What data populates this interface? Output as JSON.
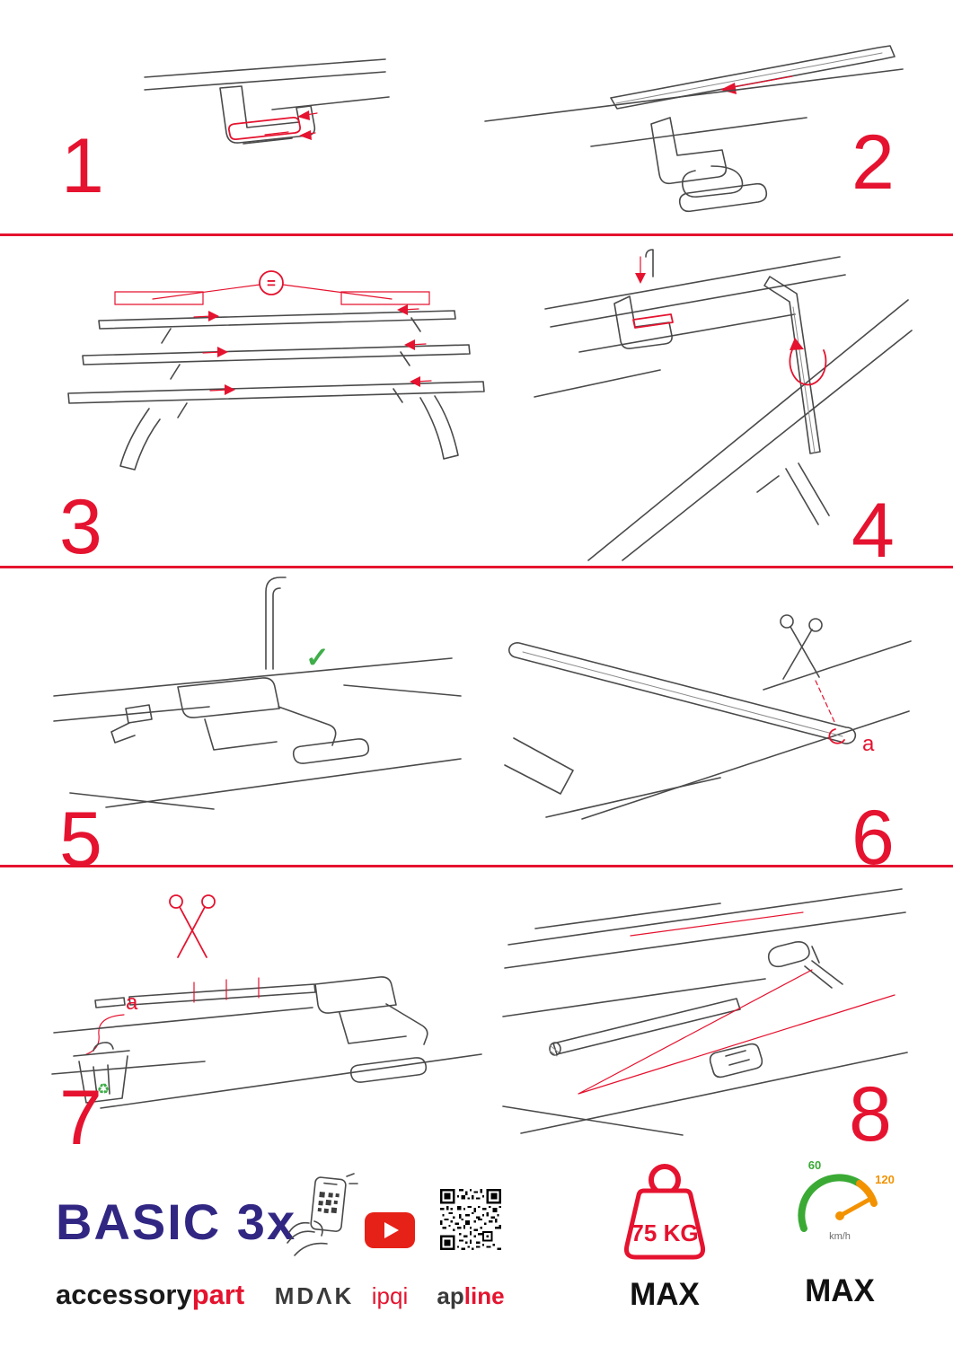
{
  "colors": {
    "accent": "#e5132f",
    "blue": "#312783",
    "green": "#3fae49",
    "orange": "#f39200"
  },
  "steps": {
    "s1": {
      "number": "1"
    },
    "s2": {
      "number": "2"
    },
    "s3": {
      "number": "3",
      "equals": "="
    },
    "s4": {
      "number": "4"
    },
    "s5": {
      "number": "5"
    },
    "s6": {
      "number": "6",
      "label_a": "a"
    },
    "s7": {
      "number": "7",
      "label_a": "a"
    },
    "s8": {
      "number": "8"
    }
  },
  "icons": {
    "check": "✓",
    "recycle": "♻"
  },
  "footer": {
    "product_name": "BASIC 3x",
    "brand_black": "accessory",
    "brand_red": "part",
    "mdak": "MDΛK",
    "ipqi": "ipqi",
    "apline_black": "ap",
    "apline_red": "line",
    "weight_value": "75 KG",
    "weight_max": "MAX",
    "speed_low": "60",
    "speed_high": "120",
    "speed_unit": "km/h",
    "speed_max": "MAX"
  }
}
